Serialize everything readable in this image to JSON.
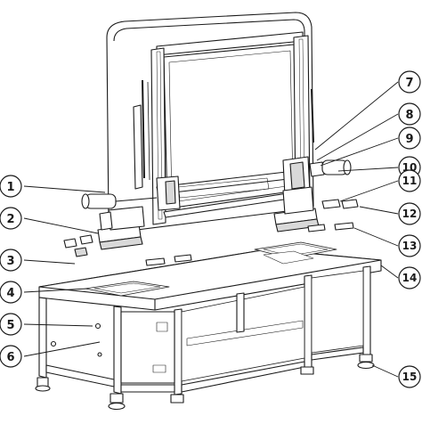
{
  "callouts": [
    {
      "id": "1",
      "label": "1"
    },
    {
      "id": "2",
      "label": "2"
    },
    {
      "id": "3",
      "label": "3"
    },
    {
      "id": "4",
      "label": "4"
    },
    {
      "id": "5",
      "label": "5"
    },
    {
      "id": "6",
      "label": "6"
    },
    {
      "id": "7",
      "label": "7"
    },
    {
      "id": "8",
      "label": "8"
    },
    {
      "id": "9",
      "label": "9"
    },
    {
      "id": "10",
      "label": "10"
    },
    {
      "id": "11",
      "label": "11"
    },
    {
      "id": "12",
      "label": "12"
    },
    {
      "id": "13",
      "label": "13"
    },
    {
      "id": "14",
      "label": "14"
    },
    {
      "id": "15",
      "label": "15"
    }
  ],
  "colors": {
    "line": "#1a1a1a",
    "fill": "#ffffff",
    "shade": "#d9d9d9",
    "dark": "#555555"
  }
}
